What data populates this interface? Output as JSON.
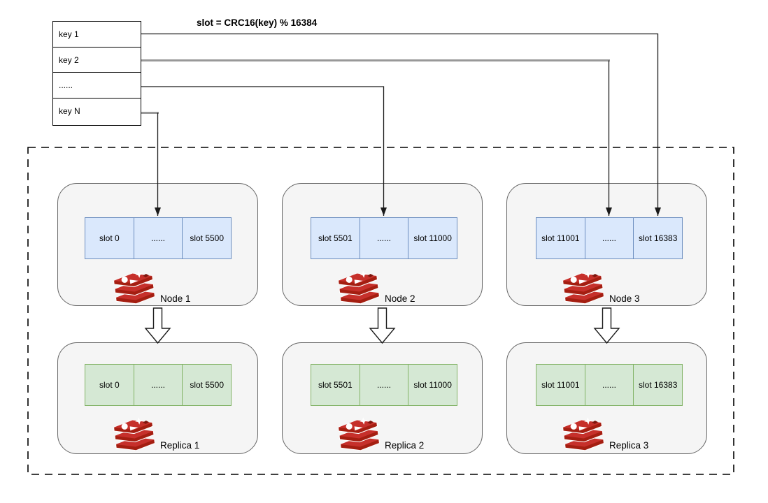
{
  "title": "slot = CRC16(key) % 16384",
  "key_table": {
    "rows": [
      "key 1",
      "key 2",
      "......",
      "key N"
    ]
  },
  "cluster": {
    "nodes": [
      {
        "label": "Node 1",
        "slots": [
          "slot 0",
          "......",
          "slot 5500"
        ]
      },
      {
        "label": "Node 2",
        "slots": [
          "slot 5501",
          "......",
          "slot 11000"
        ]
      },
      {
        "label": "Node 3",
        "slots": [
          "slot 11001",
          "......",
          "slot 16383"
        ]
      }
    ],
    "replicas": [
      {
        "label": "Replica 1",
        "slots": [
          "slot 0",
          "......",
          "slot 5500"
        ]
      },
      {
        "label": "Replica 2",
        "slots": [
          "slot 5501",
          "......",
          "slot 11000"
        ]
      },
      {
        "label": "Replica 3",
        "slots": [
          "slot 11001",
          "......",
          "slot 16383"
        ]
      }
    ]
  },
  "connections": [
    {
      "from": "key 1",
      "to": "Node 3 slot 16383"
    },
    {
      "from": "key 2",
      "to": "Node 3 ......"
    },
    {
      "from": "......",
      "to": "Node 2 ......"
    },
    {
      "from": "key N",
      "to": "Node 1 ......"
    }
  ],
  "replication": [
    {
      "from": "Node 1",
      "to": "Replica 1"
    },
    {
      "from": "Node 2",
      "to": "Replica 2"
    },
    {
      "from": "Node 3",
      "to": "Replica 3"
    }
  ],
  "colors": {
    "c_slot_blue_fill": "#dae8fc",
    "c_slot_blue_border": "#6c8ebf",
    "c_slot_green_fill": "#d5e8d4",
    "c_slot_green_border": "#82b366",
    "c_box_fill": "#f5f5f5",
    "c_box_border": "#666666",
    "c_connector": "#1a1a1a",
    "c_connector_gray": "#999999",
    "c_redis_bright": "#c6302b",
    "c_redis_dark": "#a41e11"
  }
}
